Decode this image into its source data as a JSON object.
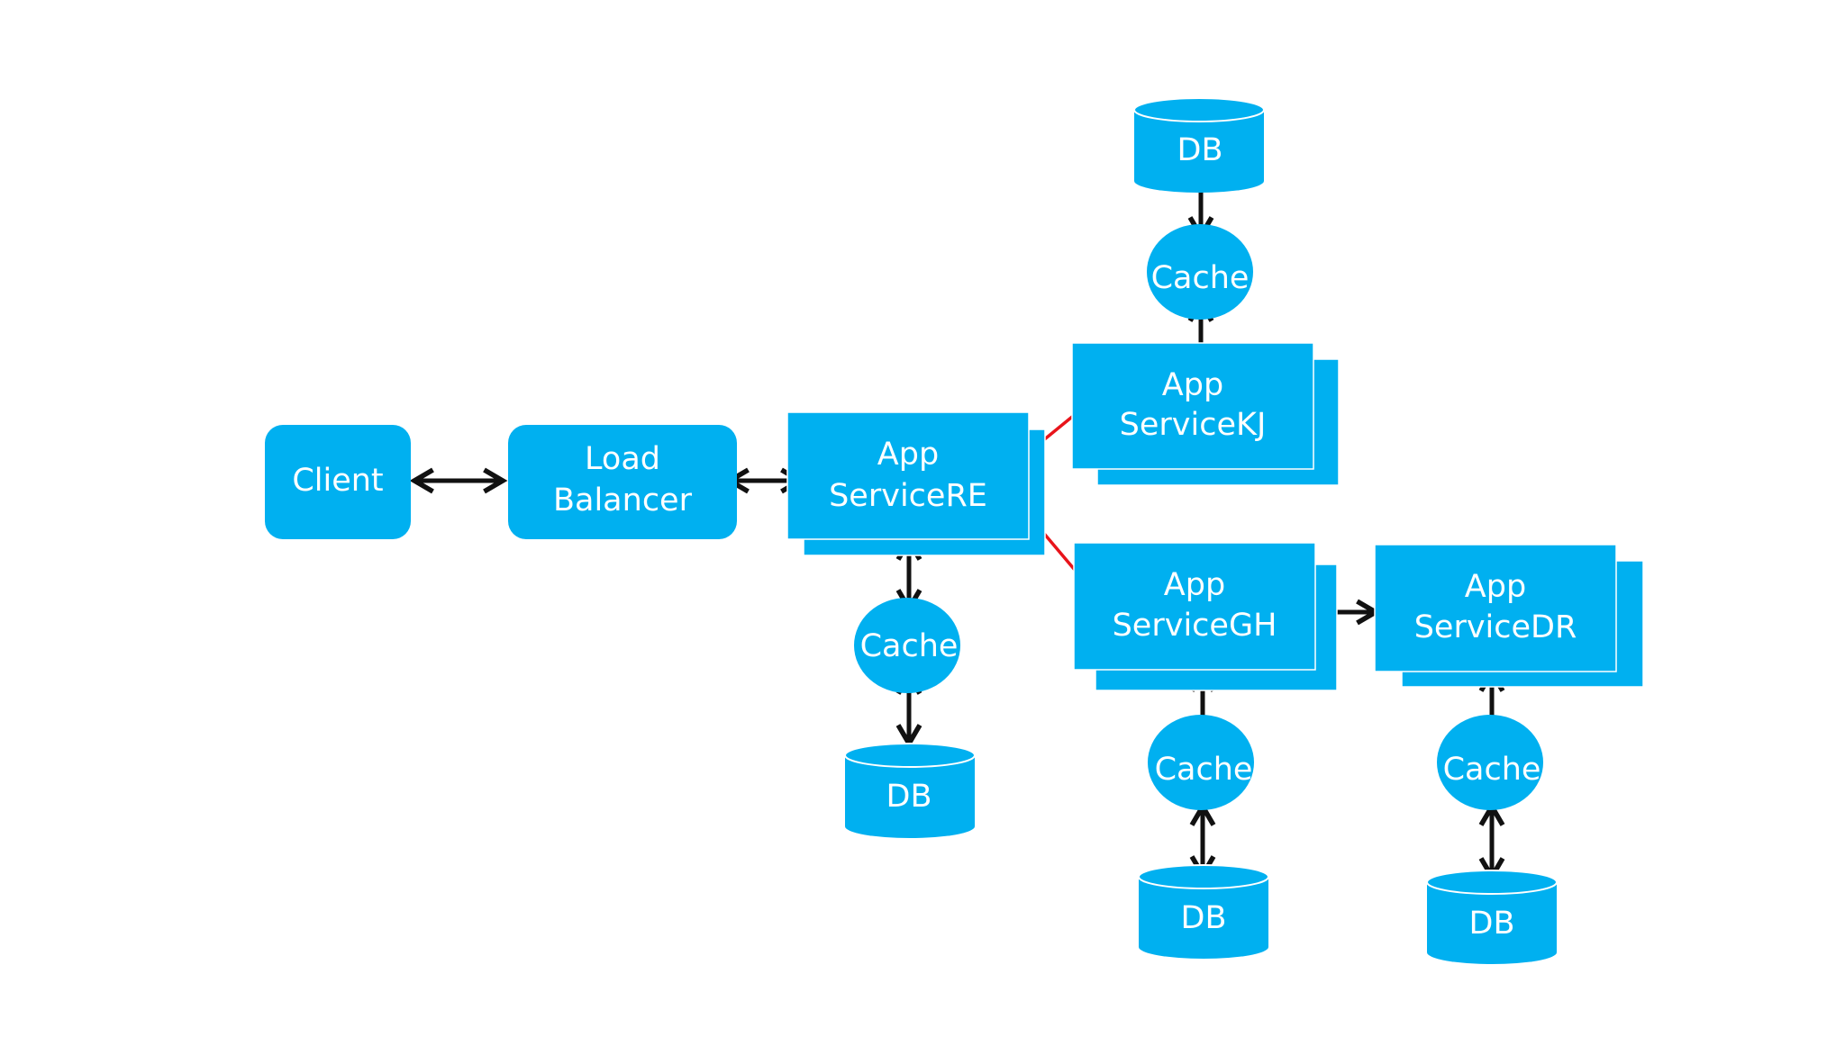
{
  "colors": {
    "node_fill": "#00B0F0",
    "node_text": "#FFFFFF",
    "arrow_default": "#111111",
    "arrow_highlight": "#E8141B",
    "background": "#FFFFFF"
  },
  "nodes": {
    "client": "Client",
    "load_balancer": [
      "Load",
      "Balancer"
    ],
    "service_re": [
      "App",
      "ServiceRE"
    ],
    "service_kj": [
      "App",
      "ServiceKJ"
    ],
    "service_gh": [
      "App",
      "ServiceGH"
    ],
    "service_dr": [
      "App",
      "ServiceDR"
    ],
    "cache_re": "Cache",
    "cache_kj": "Cache",
    "cache_gh": "Cache",
    "cache_dr": "Cache",
    "db_re": "DB",
    "db_kj": "DB",
    "db_gh": "DB",
    "db_dr": "DB"
  },
  "edges": [
    {
      "from": "client",
      "to": "load_balancer",
      "style": "bidirectional"
    },
    {
      "from": "load_balancer",
      "to": "service_re",
      "style": "bidirectional"
    },
    {
      "from": "service_re",
      "to": "service_kj",
      "style": "bidirectional-highlight"
    },
    {
      "from": "service_re",
      "to": "service_gh",
      "style": "bidirectional-highlight"
    },
    {
      "from": "service_gh",
      "to": "service_dr",
      "style": "bidirectional"
    },
    {
      "from": "service_re",
      "to": "cache_re",
      "style": "bidirectional"
    },
    {
      "from": "cache_re",
      "to": "db_re",
      "style": "bidirectional"
    },
    {
      "from": "db_kj",
      "to": "cache_kj",
      "style": "bidirectional"
    },
    {
      "from": "cache_kj",
      "to": "service_kj",
      "style": "bidirectional"
    },
    {
      "from": "service_gh",
      "to": "cache_gh",
      "style": "bidirectional"
    },
    {
      "from": "cache_gh",
      "to": "db_gh",
      "style": "bidirectional"
    },
    {
      "from": "service_dr",
      "to": "cache_dr",
      "style": "bidirectional"
    },
    {
      "from": "cache_dr",
      "to": "db_dr",
      "style": "bidirectional"
    }
  ]
}
